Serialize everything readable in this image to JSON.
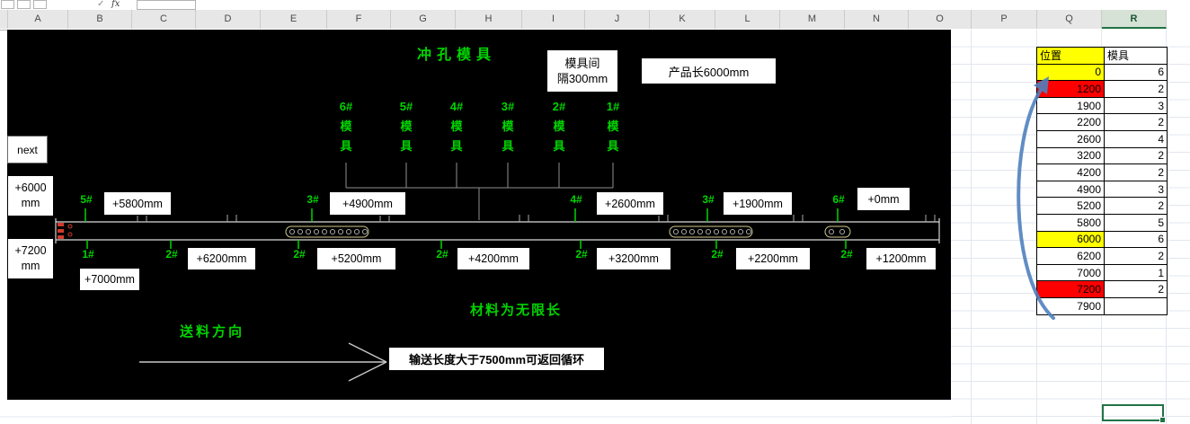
{
  "colors": {
    "cad_green": "#00d400",
    "excel_green": "#217346",
    "arrow_blue": "#4f81bd",
    "yellow": "#ffff00",
    "red": "#ff0000"
  },
  "formula_bar": {
    "enter": "✓",
    "fx": "fx"
  },
  "spreadsheet": {
    "column_headers": [
      "A",
      "B",
      "C",
      "D",
      "E",
      "F",
      "G",
      "H",
      "I",
      "J",
      "K",
      "L",
      "M",
      "N",
      "O",
      "P",
      "Q",
      "R"
    ],
    "selected_column": "R"
  },
  "table": {
    "position_header": "位置",
    "die_header": "模具",
    "header_highlight": "yellow",
    "rows": [
      {
        "position": "0",
        "die": "6",
        "highlight": "yellow"
      },
      {
        "position": "1200",
        "die": "2",
        "highlight": "red"
      },
      {
        "position": "1900",
        "die": "3",
        "highlight": "none"
      },
      {
        "position": "2200",
        "die": "2",
        "highlight": "none"
      },
      {
        "position": "2600",
        "die": "4",
        "highlight": "none"
      },
      {
        "position": "3200",
        "die": "2",
        "highlight": "none"
      },
      {
        "position": "4200",
        "die": "2",
        "highlight": "none"
      },
      {
        "position": "4900",
        "die": "3",
        "highlight": "none"
      },
      {
        "position": "5200",
        "die": "2",
        "highlight": "none"
      },
      {
        "position": "5800",
        "die": "5",
        "highlight": "none"
      },
      {
        "position": "6000",
        "die": "6",
        "highlight": "yellow"
      },
      {
        "position": "6200",
        "die": "2",
        "highlight": "none"
      },
      {
        "position": "7000",
        "die": "1",
        "highlight": "none"
      },
      {
        "position": "7200",
        "die": "2",
        "highlight": "red"
      },
      {
        "position": "7900",
        "die": "",
        "highlight": "none"
      }
    ]
  },
  "diagram": {
    "title": "冲孔模具",
    "spacing_line1": "模具间",
    "spacing_line2": "隔300mm",
    "product_length": "产品长6000mm",
    "next_label": "next",
    "left_top_line1": "+6000",
    "left_top_line2": "mm",
    "left_bottom_line1": "+7200",
    "left_bottom_line2": "mm",
    "die_columns": [
      {
        "num": "6#",
        "c1": "模",
        "c2": "具"
      },
      {
        "num": "5#",
        "c1": "模",
        "c2": "具"
      },
      {
        "num": "4#",
        "c1": "模",
        "c2": "具"
      },
      {
        "num": "3#",
        "c1": "模",
        "c2": "具"
      },
      {
        "num": "2#",
        "c1": "模",
        "c2": "具"
      },
      {
        "num": "1#",
        "c1": "模",
        "c2": "具"
      }
    ],
    "top_marks": [
      {
        "label": "5#",
        "value": "+5800mm"
      },
      {
        "label": "3#",
        "value": "+4900mm"
      },
      {
        "label": "4#",
        "value": "+2600mm"
      },
      {
        "label": "3#",
        "value": "+1900mm"
      },
      {
        "label": "6#",
        "value": "+0mm"
      }
    ],
    "bottom_marks": [
      {
        "label": "1#",
        "value": "+7000mm"
      },
      {
        "label": "2#",
        "value": "+6200mm"
      },
      {
        "label": "2#",
        "value": "+5200mm"
      },
      {
        "label": "2#",
        "value": "+4200mm"
      },
      {
        "label": "2#",
        "value": "+3200mm"
      },
      {
        "label": "2#",
        "value": "+2200mm"
      },
      {
        "label": "2#",
        "value": "+1200mm"
      }
    ],
    "material_note": "材料为无限长",
    "feed_direction": "送料方向",
    "loop_note": "输送长度大于7500mm可返回循环"
  }
}
